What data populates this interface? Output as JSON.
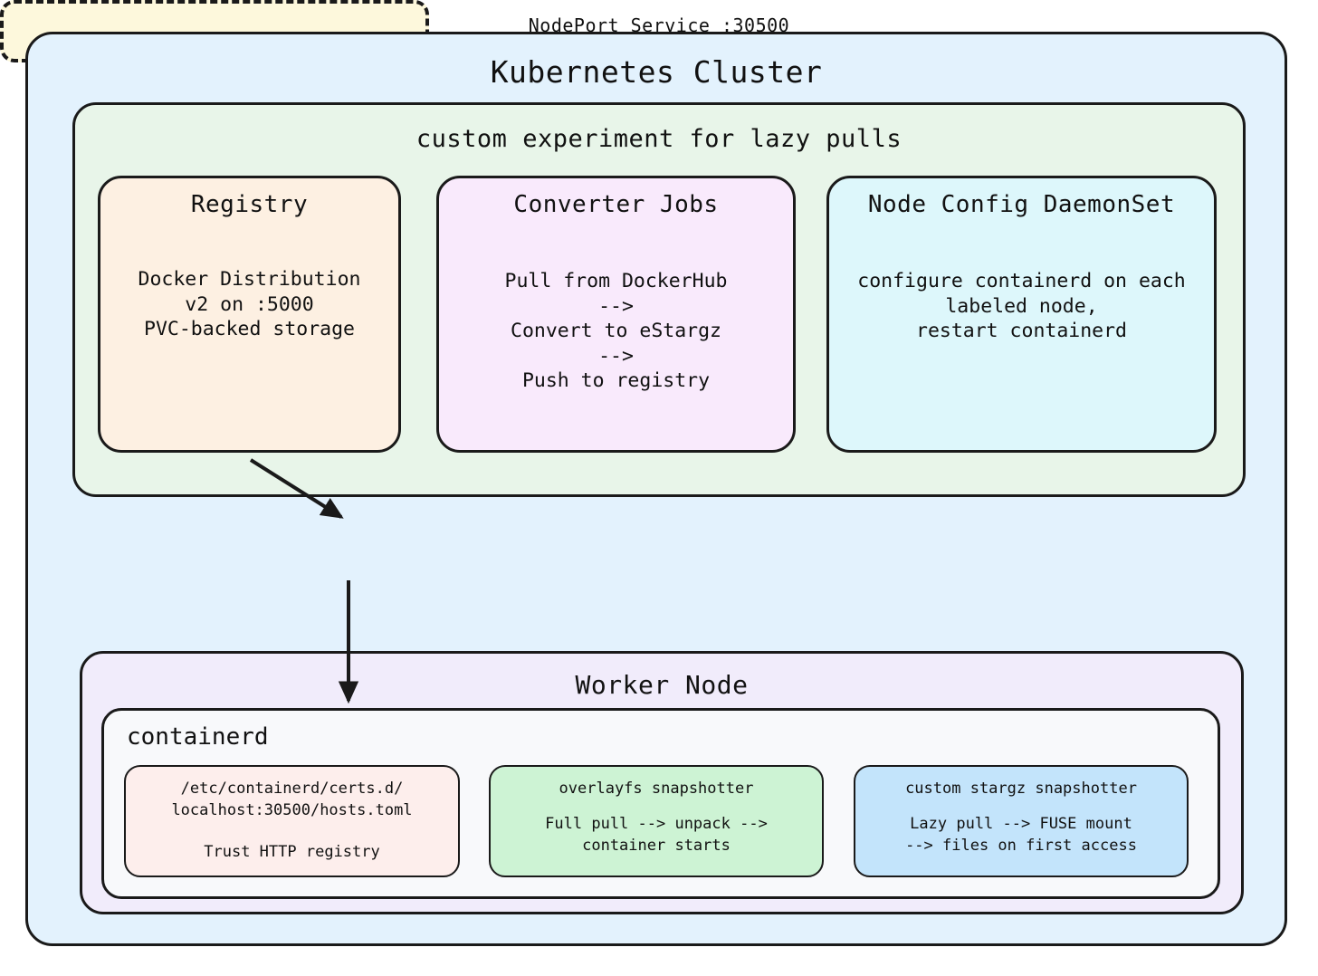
{
  "cluster": {
    "title": "Kubernetes Cluster",
    "bg_color": "#e3f2fd"
  },
  "experiment": {
    "title": "custom experiment for lazy pulls",
    "bg_color": "#e8f5e9",
    "cards": [
      {
        "name": "registry",
        "title": "Registry",
        "body": "Docker Distribution\nv2 on :5000\nPVC-backed storage",
        "bg_color": "#fdf0e2"
      },
      {
        "name": "converter-jobs",
        "title": "Converter Jobs",
        "body": "Pull from DockerHub\n-->\nConvert to eStargz\n-->\nPush to registry",
        "bg_color": "#f9eafc"
      },
      {
        "name": "node-config-daemonset",
        "title": "Node Config DaemonSet",
        "body": "configure containerd on each\nlabeled node,\nrestart containerd",
        "bg_color": "#ddf7fb"
      }
    ]
  },
  "nodeport": {
    "label": "NodePort Service :30500",
    "bg_color": "#fdf8dc",
    "border_style": "dashed"
  },
  "worker": {
    "title": "Worker Node",
    "bg_color": "#f1ecfb",
    "containerd": {
      "label": "containerd",
      "bg_color": "#f8f9fb",
      "subcards": [
        {
          "name": "certs-config",
          "title": "/etc/containerd/certs.d/\nlocalhost:30500/hosts.toml",
          "body": "Trust HTTP registry",
          "bg_color": "#fdeeec"
        },
        {
          "name": "overlayfs-snapshotter",
          "title": "overlayfs snapshotter",
          "body": "Full pull --> unpack -->\ncontainer starts",
          "bg_color": "#cdf3d4"
        },
        {
          "name": "stargz-snapshotter",
          "title": "custom stargz snapshotter",
          "body": "Lazy pull --> FUSE mount\n--> files on first access",
          "bg_color": "#c3e4fb"
        }
      ]
    }
  },
  "arrows": [
    {
      "name": "registry-to-nodeport",
      "from": "registry",
      "to": "nodeport"
    },
    {
      "name": "nodeport-to-containerd",
      "from": "nodeport",
      "to": "containerd"
    }
  ],
  "stroke_color": "#1a1a1a"
}
